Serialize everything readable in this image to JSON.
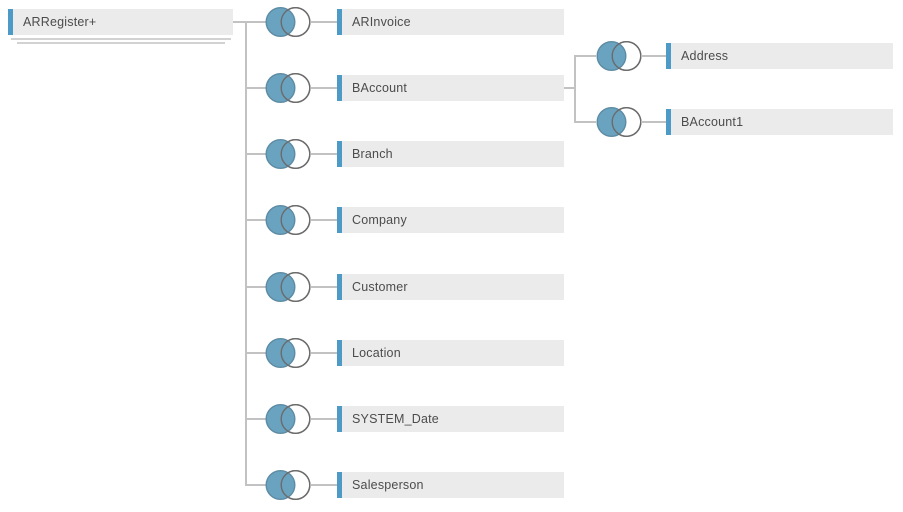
{
  "diagram": {
    "root": {
      "label": "ARRegister+"
    },
    "tables": [
      {
        "label": "ARInvoice"
      },
      {
        "label": "BAccount"
      },
      {
        "label": "Branch"
      },
      {
        "label": "Company"
      },
      {
        "label": "Customer"
      },
      {
        "label": "Location"
      },
      {
        "label": "SYSTEM_Date"
      },
      {
        "label": "Salesperson"
      }
    ],
    "baccount_children": [
      {
        "label": "Address"
      },
      {
        "label": "BAccount1"
      }
    ],
    "join_icon": "left-join-venn",
    "colors": {
      "accent_bar": "#4d9ac7",
      "venn_fill": "#6aa3c0",
      "venn_left_stroke": "#5d8ba3",
      "venn_right_stroke": "#6b6b6b",
      "node_background": "#ebebeb",
      "connector": "#c2c2c2",
      "text": "#4c4c4c"
    }
  }
}
